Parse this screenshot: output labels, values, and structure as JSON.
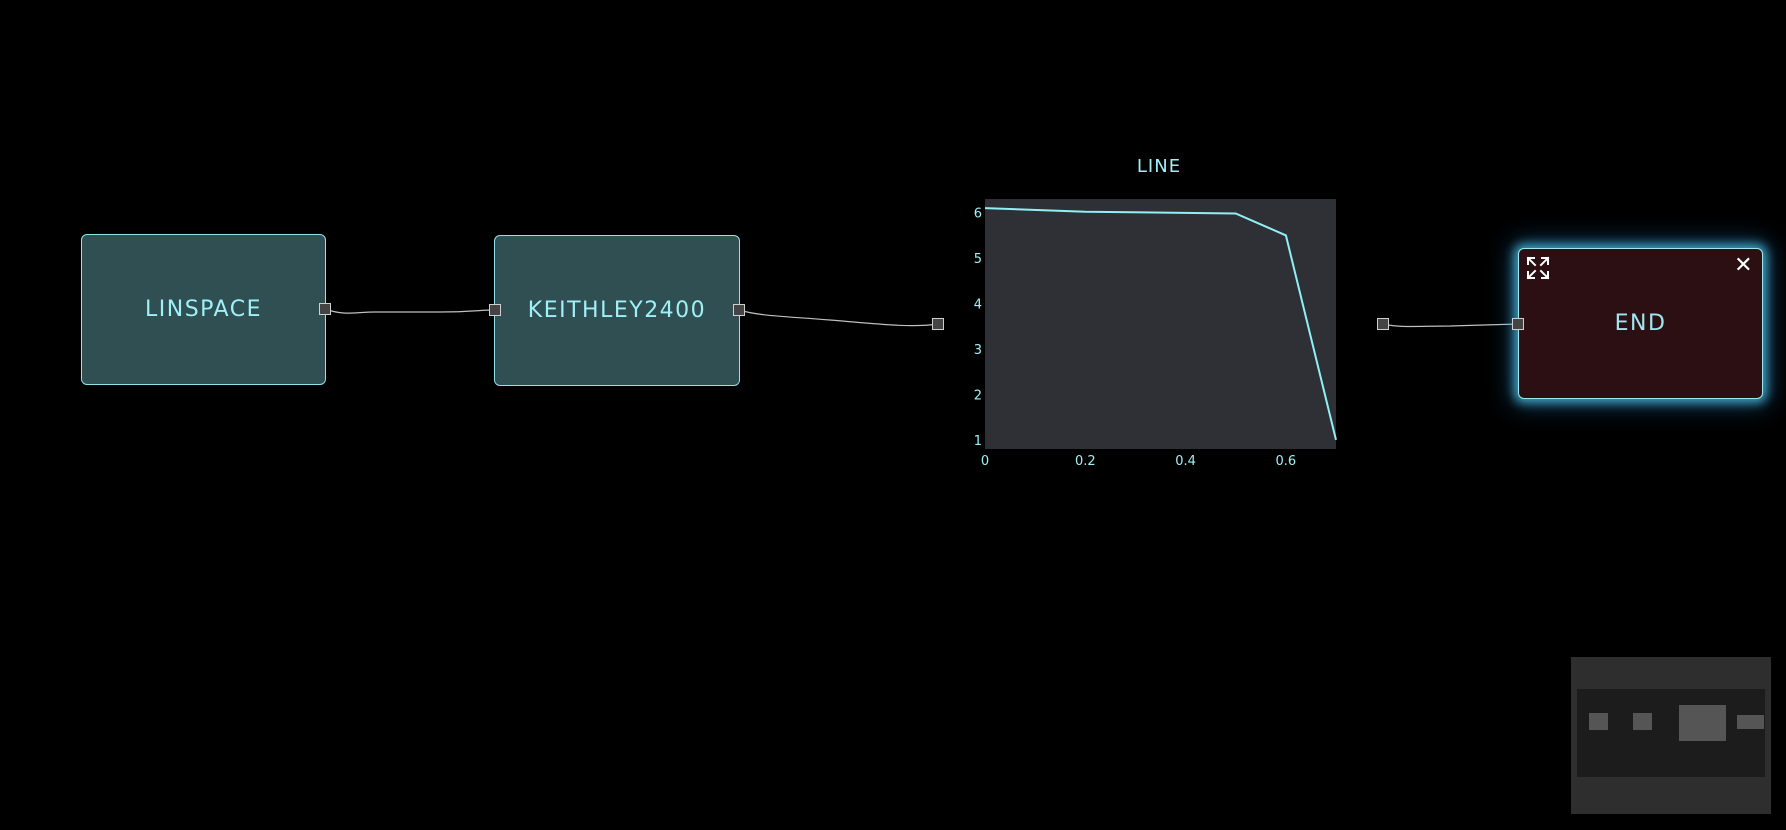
{
  "nodes": {
    "linspace": {
      "label": "LINSPACE"
    },
    "keithley": {
      "label": "KEITHLEY2400"
    },
    "line": {
      "label": "LINE"
    },
    "end": {
      "label": "END",
      "close_glyph": "✕",
      "expand_icon": "expand-icon"
    }
  },
  "colors": {
    "background": "#000000",
    "teal_node_fill": "#2f4f53",
    "teal_node_border": "#8fe3ea",
    "accent_text": "#9ff0f7",
    "end_node_fill": "#2b0f12",
    "end_glow": "#50c8f0",
    "chart_bg": "#2f3035",
    "series_line": "#8ff0f5",
    "edge": "#bfbfbf"
  },
  "chart_data": {
    "type": "line",
    "title": "",
    "xlabel": "",
    "ylabel": "",
    "xlim": [
      0,
      0.7
    ],
    "ylim": [
      0.8,
      6.3
    ],
    "x_ticks": [
      0,
      0.2,
      0.4,
      0.6
    ],
    "x_tick_labels": [
      "0",
      "0.2",
      "0.4",
      "0.6"
    ],
    "y_ticks": [
      1,
      2,
      3,
      4,
      5,
      6
    ],
    "y_tick_labels": [
      "1",
      "2",
      "3",
      "4",
      "5",
      "6"
    ],
    "grid": false,
    "series": [
      {
        "x": [
          0,
          0.2,
          0.5,
          0.6,
          0.7
        ],
        "y": [
          6.1,
          6.02,
          5.98,
          5.5,
          1.0
        ]
      }
    ]
  },
  "minimap": {
    "visible": true
  }
}
